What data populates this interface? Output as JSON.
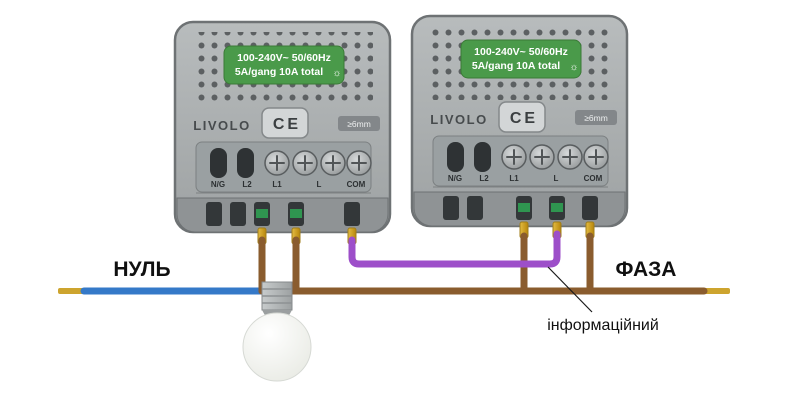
{
  "wiring": {
    "neutral_label": "НУЛЬ",
    "phase_label": "ФАЗА",
    "signal_label": "інформаційний"
  },
  "module": {
    "brand": "LIVOLO",
    "rating_line1": "100-240V~ 50/60Hz",
    "rating_line2": "5A/gang 10A total",
    "sun_icon": "☼",
    "ce_mark": "CE",
    "wire_tag": "≥6mm",
    "terminals": [
      "N/G",
      "L2",
      "L1",
      "L",
      "COM"
    ]
  },
  "colors": {
    "neutral_wire": "#3579c8",
    "phase_wire": "#8a5c2e",
    "signal_wire": "#9d4fc9",
    "rating_label": "#4a9a4a",
    "terminal_gold": "#cda42e"
  }
}
